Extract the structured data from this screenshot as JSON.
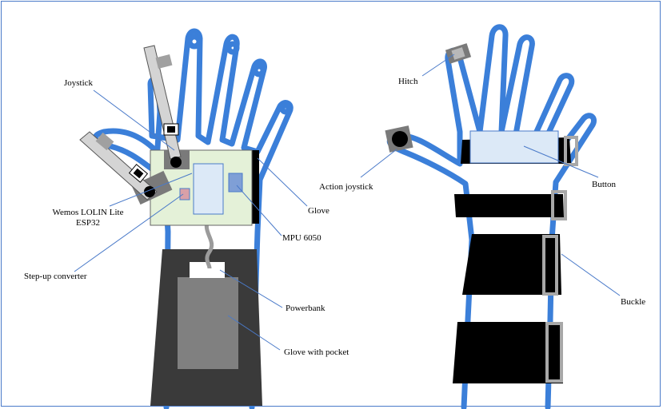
{
  "labels": {
    "joystick": "Joystick",
    "wemos_line1": "Wemos LOLIN Lite",
    "wemos_line2": "ESP32",
    "step_up": "Step-up converter",
    "glove": "Glove",
    "mpu": "MPU 6050",
    "powerbank": "Powerbank",
    "glove_pocket": "Glove with pocket",
    "hitch": "Hitch",
    "action_joystick": "Action joystick",
    "button": "Button",
    "buckle": "Buckle"
  },
  "colors": {
    "hand_outline": "#3b7fd9",
    "leader_line": "#4a7ac9",
    "board": "#e4f1d8",
    "module": "#dce9f7",
    "sensor": "#7f9fd6",
    "chip_pink": "#d9a0a8",
    "pocket_glove": "#3a3a3a",
    "powerbank": "#808080",
    "stick": "#d4d4d4",
    "strap": "#000000",
    "buckle": "#a8a8a8",
    "button_panel": "#dce9f7"
  }
}
